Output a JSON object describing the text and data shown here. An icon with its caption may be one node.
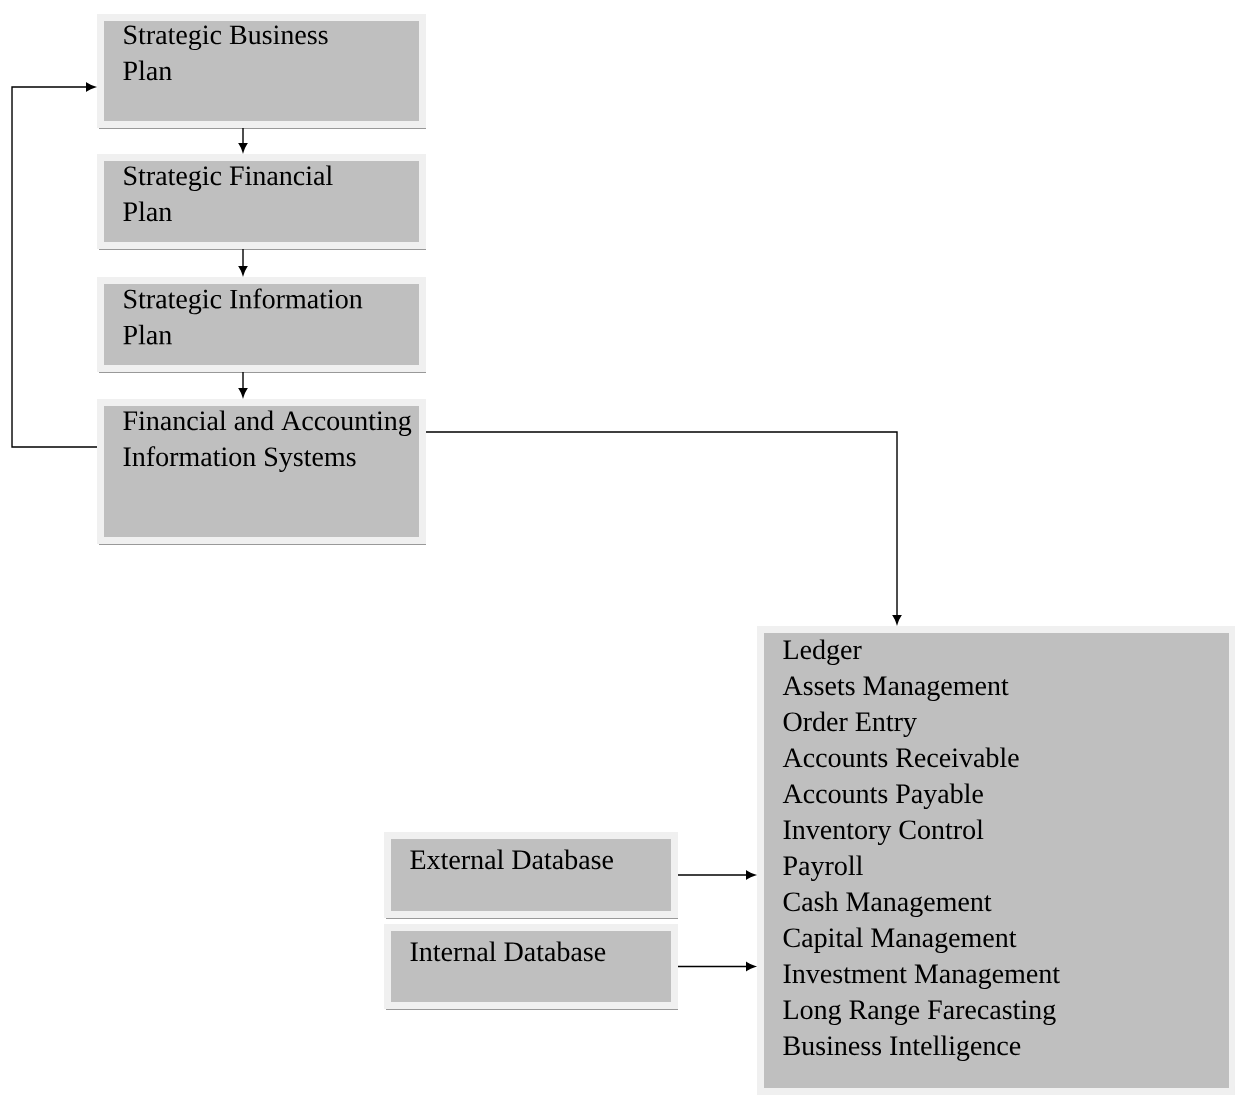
{
  "diagram": {
    "nodes": [
      {
        "text": [
          "Strategic Business Plan"
        ]
      },
      {
        "text": [
          "Strategic Financial Plan"
        ]
      },
      {
        "text": [
          "Strategic Information Plan"
        ]
      },
      {
        "text": [
          "Financial and Accounting Information Systems"
        ]
      },
      {
        "text": [
          "Ledger",
          "Assets Management",
          "Order Entry",
          "Accounts Receivable",
          "Accounts Payable",
          "Inventory Control",
          "Payroll",
          "Cash Management",
          "Capital Management",
          "Investment Management",
          "Long Range Farecasting",
          "Business Intelligence"
        ]
      },
      {
        "text": [
          "External Database"
        ]
      },
      {
        "text": [
          "Internal Database"
        ]
      }
    ],
    "edges": [
      {
        "from": 0,
        "to": 1,
        "arrow": "to"
      },
      {
        "from": 1,
        "to": 2,
        "arrow": "to"
      },
      {
        "from": 2,
        "to": 3,
        "arrow": "to"
      },
      {
        "from": 3,
        "to": 0,
        "arrow": "to"
      },
      {
        "from": 3,
        "to": 4,
        "arrow": "to"
      },
      {
        "from": 5,
        "to": 4,
        "arrow": "to"
      },
      {
        "from": 6,
        "to": 4,
        "arrow": "to"
      }
    ]
  }
}
